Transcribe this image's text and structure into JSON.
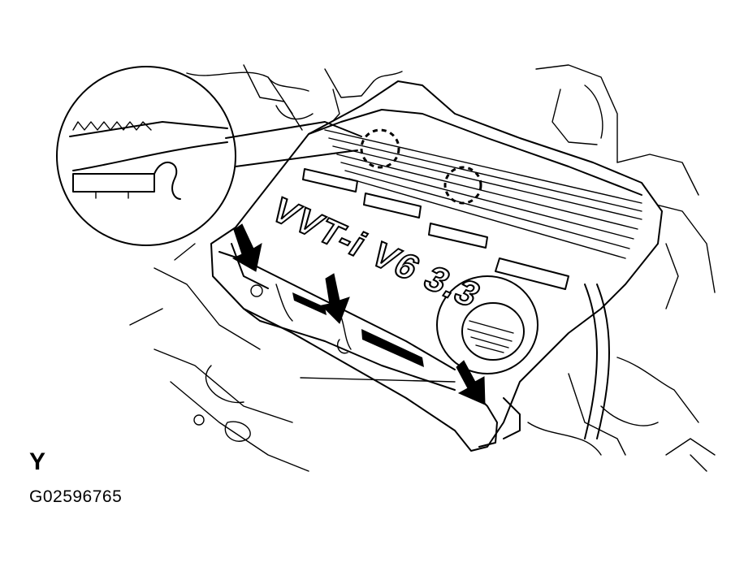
{
  "diagram": {
    "engine_badge": "VVT-i V6 3.3",
    "view_label": "Y",
    "figure_code": "G02596765",
    "callouts": [
      {
        "name": "arrow-front-left-clip",
        "kind": "arrow"
      },
      {
        "name": "arrow-front-center-clip",
        "kind": "arrow"
      },
      {
        "name": "arrow-front-right-clip",
        "kind": "arrow"
      },
      {
        "name": "dashed-circle-rear-left-grommet",
        "kind": "dashed-circle"
      },
      {
        "name": "dashed-circle-rear-center-grommet",
        "kind": "dashed-circle"
      }
    ]
  }
}
